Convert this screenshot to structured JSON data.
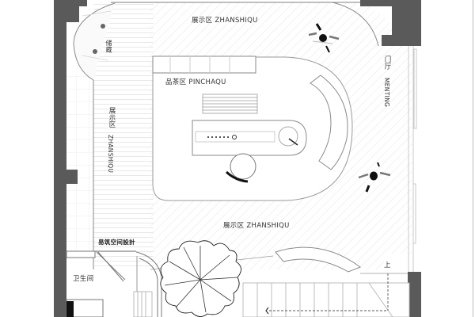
{
  "plan": {
    "zones": {
      "exhibit_top": "展示区 ZHANSHIQU",
      "exhibit_left_cn": "展示区",
      "exhibit_left_en": "ZHANSHIQU",
      "exhibit_bottom": "展示区 ZHANSHIQU",
      "tea_area": "品茶区 PINCHAQU",
      "lobby_cn": "门厅",
      "lobby_en": "MENTING",
      "restroom": "卫生间",
      "storage": "储藏"
    },
    "annotations": {
      "designer_credit": "易筑空间設計",
      "stair_up": "上"
    },
    "colors": {
      "wall": "#5a5a5a",
      "line": "#8a8a8a",
      "hatch": "#e3e3e3",
      "text": "#333333",
      "background": "#ffffff"
    }
  }
}
